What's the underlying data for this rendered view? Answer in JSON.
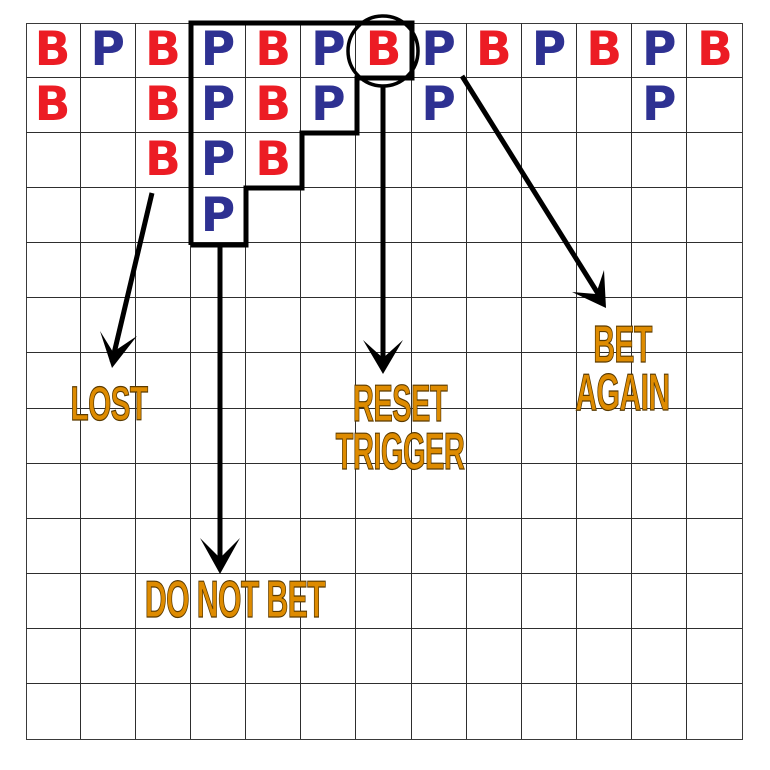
{
  "grid": {
    "columns": 13,
    "rows": 13,
    "colors": {
      "banker": "#ec1c24",
      "player": "#2e3192",
      "label": "#de8b00",
      "line": "#000000"
    },
    "cells": [
      [
        0,
        0,
        "B"
      ],
      [
        1,
        0,
        "B"
      ],
      [
        0,
        1,
        "P"
      ],
      [
        0,
        2,
        "B"
      ],
      [
        1,
        2,
        "B"
      ],
      [
        2,
        2,
        "B"
      ],
      [
        0,
        3,
        "P"
      ],
      [
        1,
        3,
        "P"
      ],
      [
        2,
        3,
        "P"
      ],
      [
        3,
        3,
        "P"
      ],
      [
        0,
        4,
        "B"
      ],
      [
        1,
        4,
        "B"
      ],
      [
        2,
        4,
        "B"
      ],
      [
        0,
        5,
        "P"
      ],
      [
        1,
        5,
        "P"
      ],
      [
        0,
        6,
        "B"
      ],
      [
        0,
        7,
        "P"
      ],
      [
        1,
        7,
        "P"
      ],
      [
        0,
        8,
        "B"
      ],
      [
        0,
        9,
        "P"
      ],
      [
        0,
        10,
        "B"
      ],
      [
        0,
        11,
        "P"
      ],
      [
        1,
        11,
        "P"
      ],
      [
        0,
        12,
        "B"
      ]
    ]
  },
  "labels": {
    "lost": "LOST",
    "reset_line1": "RESET",
    "reset_line2": "TRIGGER",
    "bet_again_line1": "BET",
    "bet_again_line2": "AGAIN",
    "do_not_bet": "DO NOT BET"
  },
  "annotations": {
    "highlight_box": "staircase-outline",
    "circled_cell": "row 0, column 7 (B)"
  }
}
